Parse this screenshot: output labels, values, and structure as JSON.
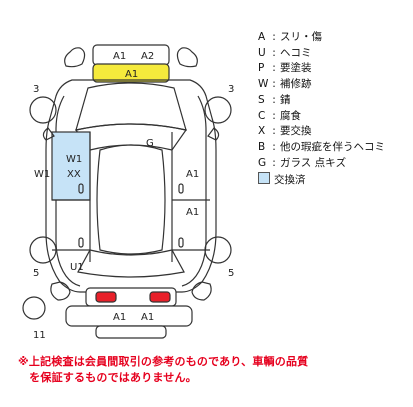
{
  "diagram": {
    "labels": {
      "front_top_left": "A1",
      "front_top_right": "A2",
      "front_bumper": "A1",
      "front_left_corner": "3",
      "front_right_corner": "3",
      "hood": "G",
      "left_front_door_1": "W1",
      "left_front_door_2": "XX",
      "left_fender": "W1",
      "right_front_door": "A1",
      "right_rear_door": "A1",
      "left_rear_door": "U1",
      "rear_left_corner": "5",
      "rear_right_corner": "5",
      "rear_bumper_left": "A1",
      "rear_bumper_right": "A1",
      "spare_tire": "11"
    },
    "colors": {
      "outline": "#333333",
      "front_bumper_fill": "#f5ea3c",
      "tail_light_fill": "#e8202a",
      "replaced_panel_fill": "#c6e3f7"
    }
  },
  "legend": {
    "items": [
      {
        "code": "A",
        "sep": ":",
        "text": "スリ・傷"
      },
      {
        "code": "U",
        "sep": ":",
        "text": "ヘコミ"
      },
      {
        "code": "P",
        "sep": ":",
        "text": "要塗装"
      },
      {
        "code": "W",
        "sep": ":",
        "text": "補修跡"
      },
      {
        "code": "S",
        "sep": ":",
        "text": "錆"
      },
      {
        "code": "C",
        "sep": ":",
        "text": "腐食"
      },
      {
        "code": "X",
        "sep": ":",
        "text": "要交換"
      },
      {
        "code": "B",
        "sep": ":",
        "text": "他の瑕疵を伴うヘコミ"
      },
      {
        "code": "G",
        "sep": ":",
        "text": "ガラス 点キズ"
      }
    ],
    "replaced_label": "交換済"
  },
  "notice": {
    "line1": "※上記検査は会員間取引の参考のものであり、車輌の品質",
    "line2": "　を保証するものではありません。"
  }
}
